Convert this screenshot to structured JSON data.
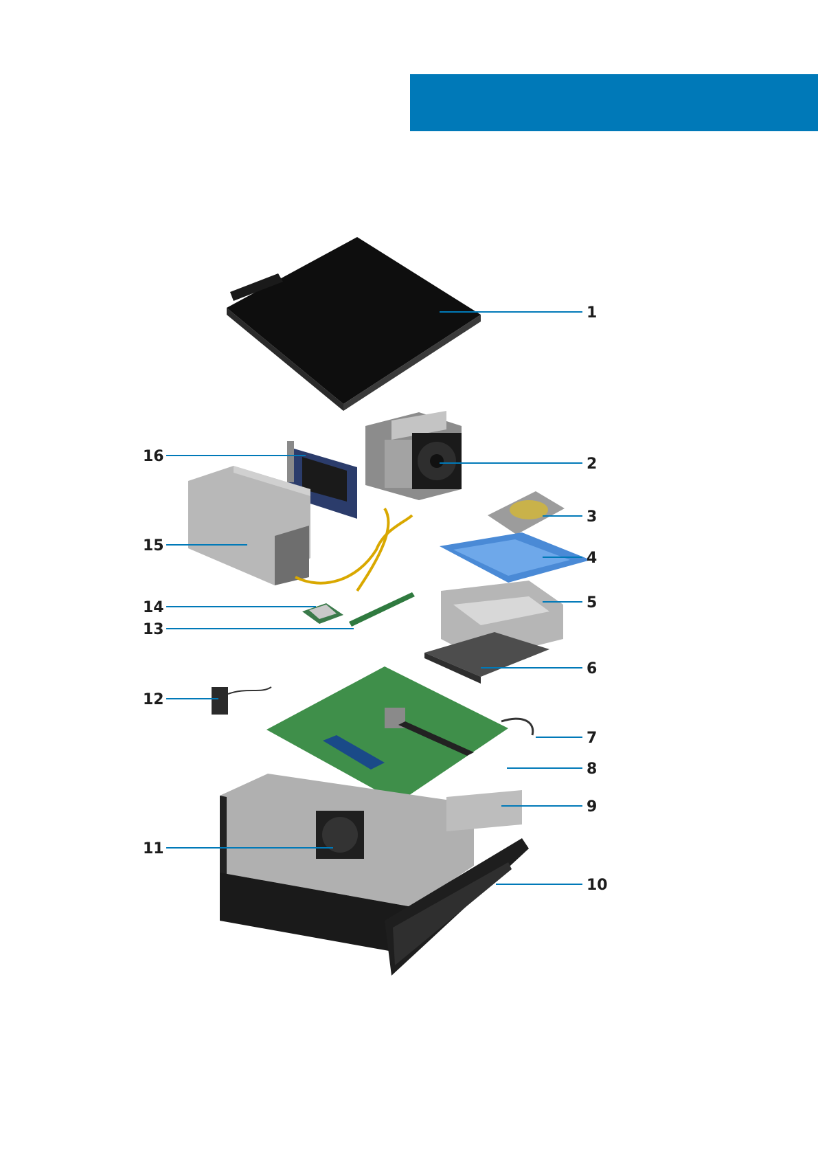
{
  "page": {
    "accent_color": "#0079b8"
  },
  "callouts": {
    "c1": "1",
    "c2": "2",
    "c3": "3",
    "c4": "4",
    "c5": "5",
    "c6": "6",
    "c7": "7",
    "c8": "8",
    "c9": "9",
    "c10": "10",
    "c11": "11",
    "c12": "12",
    "c13": "13",
    "c14": "14",
    "c15": "15",
    "c16": "16"
  }
}
